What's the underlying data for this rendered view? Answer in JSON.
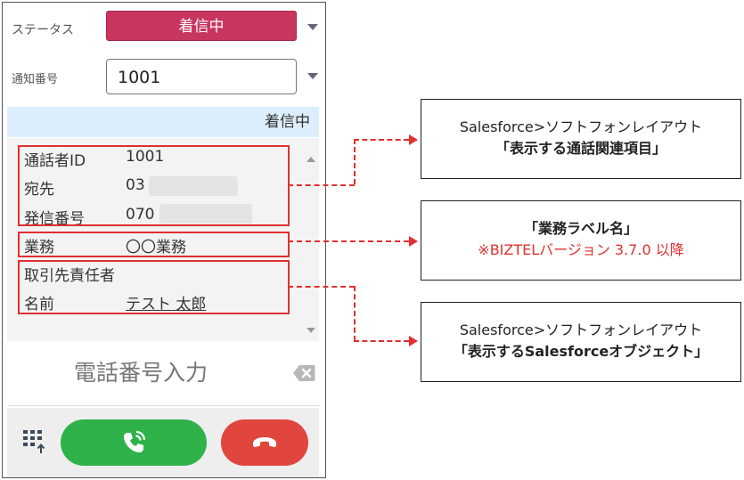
{
  "status": {
    "label": "ステータス",
    "value": "着信中",
    "color": "#c8365f"
  },
  "notify_number": {
    "label": "通知番号",
    "value": "1001"
  },
  "banner": {
    "text": "着信中"
  },
  "call_info": {
    "caller_id": {
      "label": "通話者ID",
      "value": "1001"
    },
    "destination": {
      "label": "宛先",
      "value": "03"
    },
    "origin_number": {
      "label": "発信番号",
      "value": "070"
    },
    "business": {
      "label": "業務",
      "value": "〇〇業務"
    },
    "account_owner": {
      "label": "取引先責任者"
    },
    "name": {
      "label": "名前",
      "value": "テスト 太郎"
    }
  },
  "dial_input": {
    "placeholder": "電話番号入力"
  },
  "icons": {
    "status_dropdown": "chevron-down-icon",
    "number_dropdown": "chevron-down-icon",
    "clear": "backspace-icon",
    "keypad": "keypad-icon",
    "call": "phone-answer-icon",
    "hangup": "phone-hangup-icon"
  },
  "colors": {
    "accent_red": "#e03030",
    "call_green": "#2fb24a",
    "hangup_red": "#e0463e",
    "banner_blue": "#dceefb"
  },
  "callouts": [
    {
      "line1": "Salesforce>ソフトフォンレイアウト",
      "line2": "「表示する通話関連項目」"
    },
    {
      "line1": "「業務ラベル名」",
      "line2": "※BIZTELバージョン 3.7.0 以降"
    },
    {
      "line1": "Salesforce>ソフトフォンレイアウト",
      "line2": "「表示するSalesforceオブジェクト」"
    }
  ]
}
